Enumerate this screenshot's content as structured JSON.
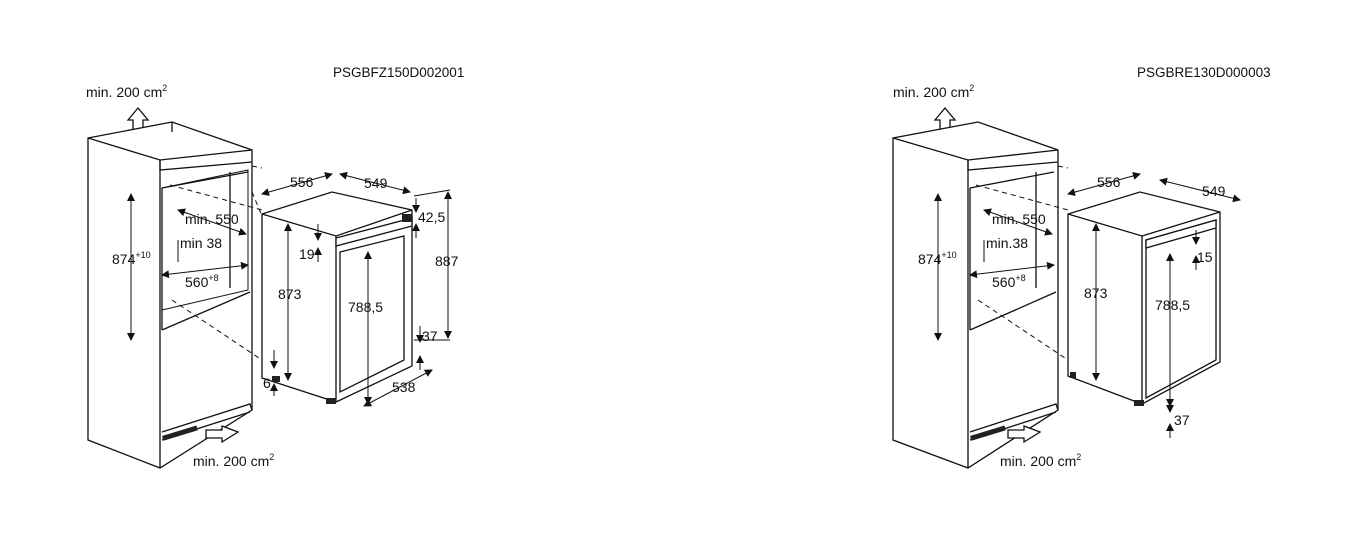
{
  "left": {
    "code": "PSGBFZ150D002001",
    "vent_top": "min. 200 cm",
    "vent_top_sup": "2",
    "vent_bottom": "min. 200 cm",
    "vent_bottom_sup": "2",
    "dims": {
      "niche_height": "874",
      "niche_height_sup": "+10",
      "min_depth": "min. 550",
      "min_38": "min 38",
      "niche_width": "560",
      "niche_width_sup": "+8",
      "depth": "556",
      "width": "549",
      "top_gap": "42,5",
      "total_height": "887",
      "door_offset": "19",
      "body_height": "873",
      "door_height": "788,5",
      "bottom_gap": "37",
      "foot": "6",
      "door_width": "538"
    }
  },
  "right": {
    "code": "PSGBRE130D000003",
    "vent_top": "min. 200 cm",
    "vent_top_sup": "2",
    "vent_bottom": "min. 200 cm",
    "vent_bottom_sup": "2",
    "dims": {
      "niche_height": "874",
      "niche_height_sup": "+10",
      "min_depth": "min. 550",
      "min_38": "min.38",
      "niche_width": "560",
      "niche_width_sup": "+8",
      "depth": "556",
      "width": "549",
      "door_offset": "15",
      "body_height": "873",
      "door_height": "788,5",
      "bottom_gap": "37"
    }
  }
}
